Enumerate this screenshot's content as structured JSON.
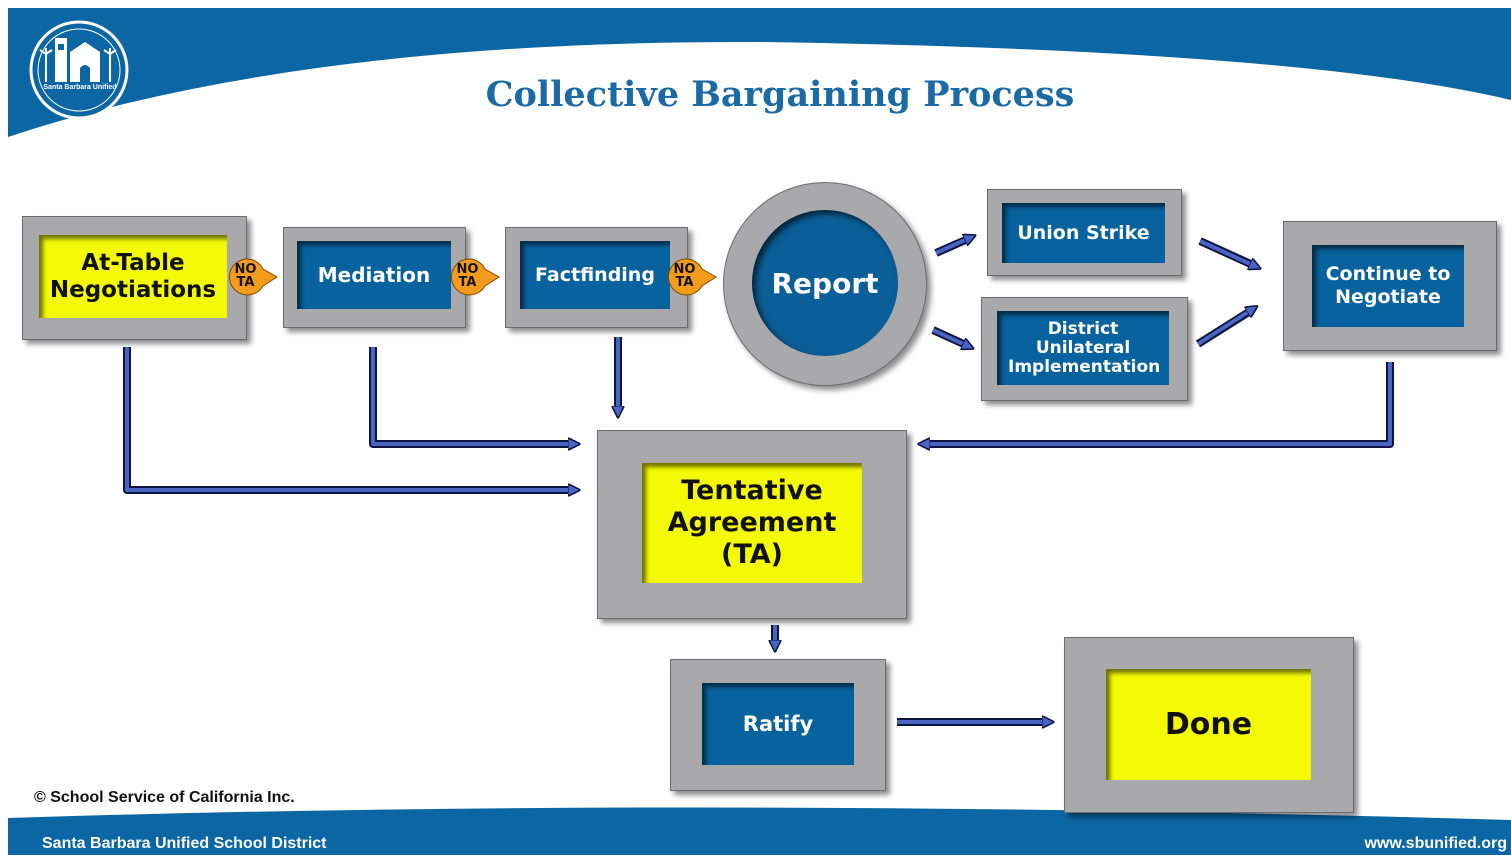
{
  "header": {
    "title": "Collective Bargaining Process",
    "logo_text": "Santa Barbara Unified"
  },
  "steps": {
    "at_table": "At-Table Negotiations",
    "mediation": "Mediation",
    "factfinding": "Factfinding",
    "report": "Report",
    "union_strike": "Union Strike",
    "district_unilateral": "District Unilateral Implementation",
    "continue": "Continue to Negotiate",
    "tentative_agreement": "Tentative Agreement (TA)",
    "ratify": "Ratify",
    "done": "Done"
  },
  "no_ta_badge": {
    "line1": "NO",
    "line2": "TA"
  },
  "copyright": "© School Service of California Inc.",
  "footer": {
    "district": "Santa Barbara Unified School District",
    "website": "www.sbunified.org"
  },
  "colors": {
    "header_blue": "#0c66a3",
    "panel_blue": "#08629e",
    "panel_yellow": "#f4fa05",
    "frame_gray": "#a9a9ab",
    "badge_orange": "#f39b1c",
    "arrow_fill": "#4a64c4"
  },
  "icons": {
    "logo": "mission-building-icon",
    "badge": "no-ta-badge-icon",
    "arrow": "flow-arrow-icon"
  }
}
